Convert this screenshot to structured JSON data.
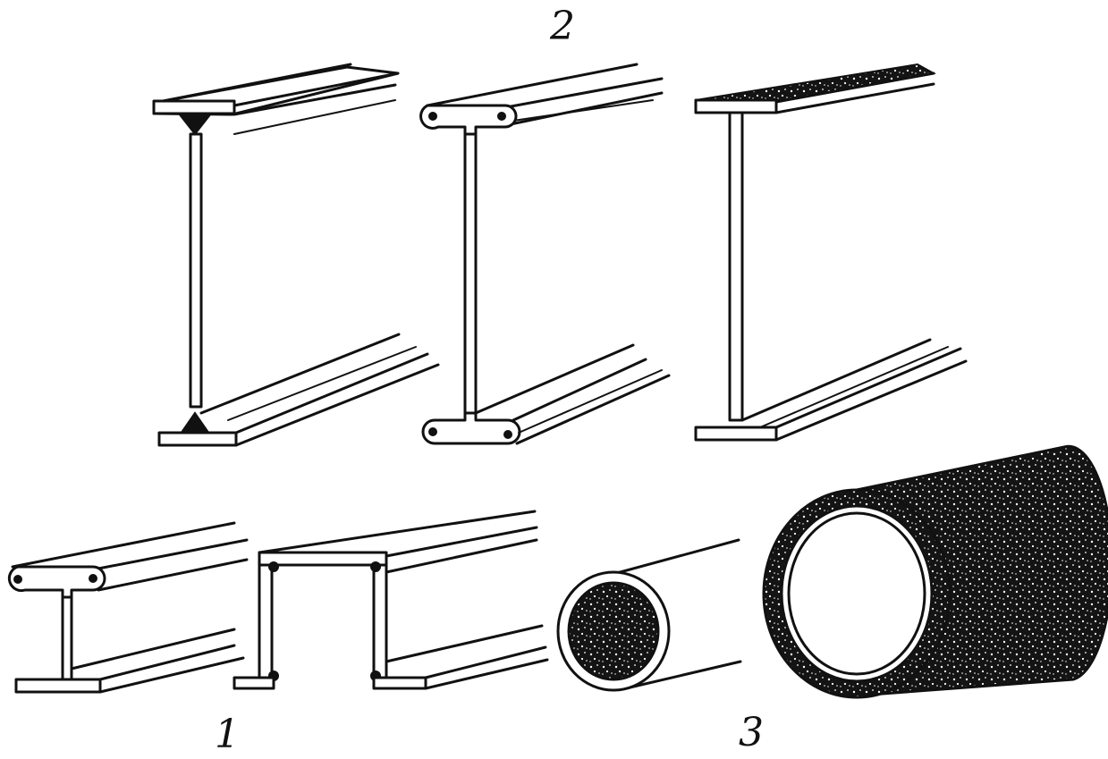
{
  "figure": {
    "labels": {
      "group_1": "1",
      "group_2": "2",
      "group_3": "3"
    },
    "colors": {
      "ink": "#111111",
      "paper": "#ffffff"
    }
  }
}
